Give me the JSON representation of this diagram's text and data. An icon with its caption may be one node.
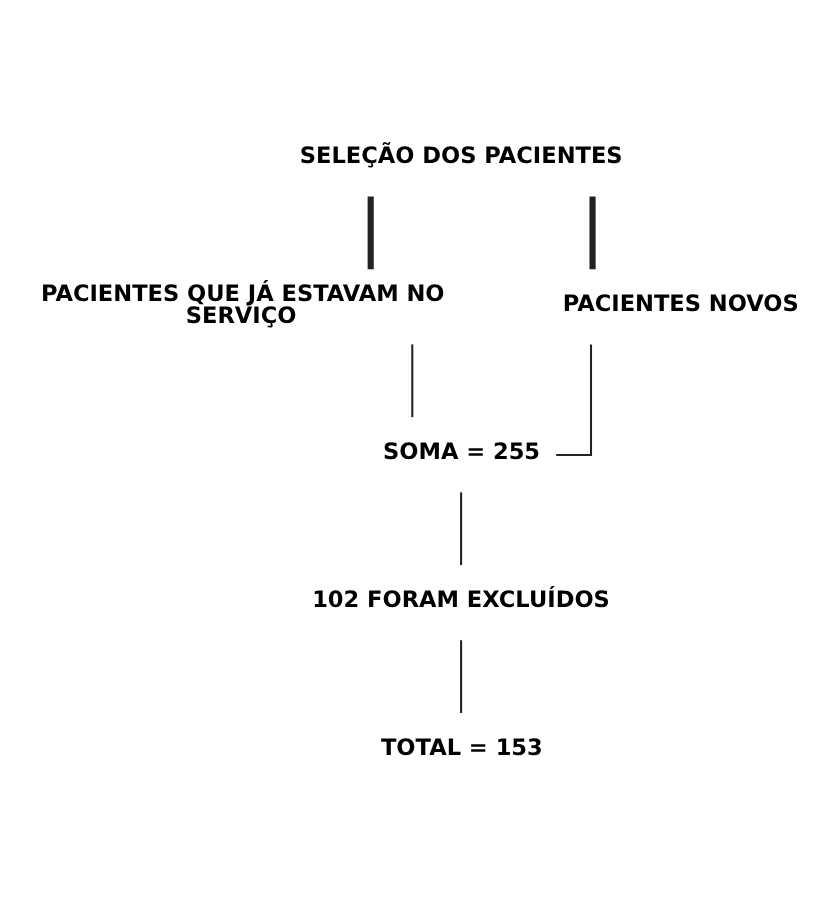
{
  "diagram": {
    "nodes": [
      {
        "text": [
          "SELEÇÃO DOS PACIENTES"
        ]
      },
      {
        "text": [
          "PACIENTES QUE JÁ ESTAVAM NO SERVIÇO"
        ]
      },
      {
        "text": [
          "PACIENTES NOVOS"
        ]
      },
      {
        "text": [
          "SOMA = 255"
        ]
      },
      {
        "text": [
          "102 FORAM EXCLUÍDOS"
        ]
      },
      {
        "text": [
          "TOTAL = 153"
        ]
      }
    ],
    "edges": [
      {
        "from": 0,
        "to": 1,
        "arrow": "none",
        "style": "thick"
      },
      {
        "from": 0,
        "to": 2,
        "arrow": "none",
        "style": "thick"
      },
      {
        "from": 1,
        "to": 3,
        "arrow": "none"
      },
      {
        "from": 2,
        "to": 3,
        "arrow": "none"
      },
      {
        "from": 3,
        "to": 4,
        "arrow": "none"
      },
      {
        "from": 4,
        "to": 5,
        "arrow": "none"
      }
    ]
  }
}
